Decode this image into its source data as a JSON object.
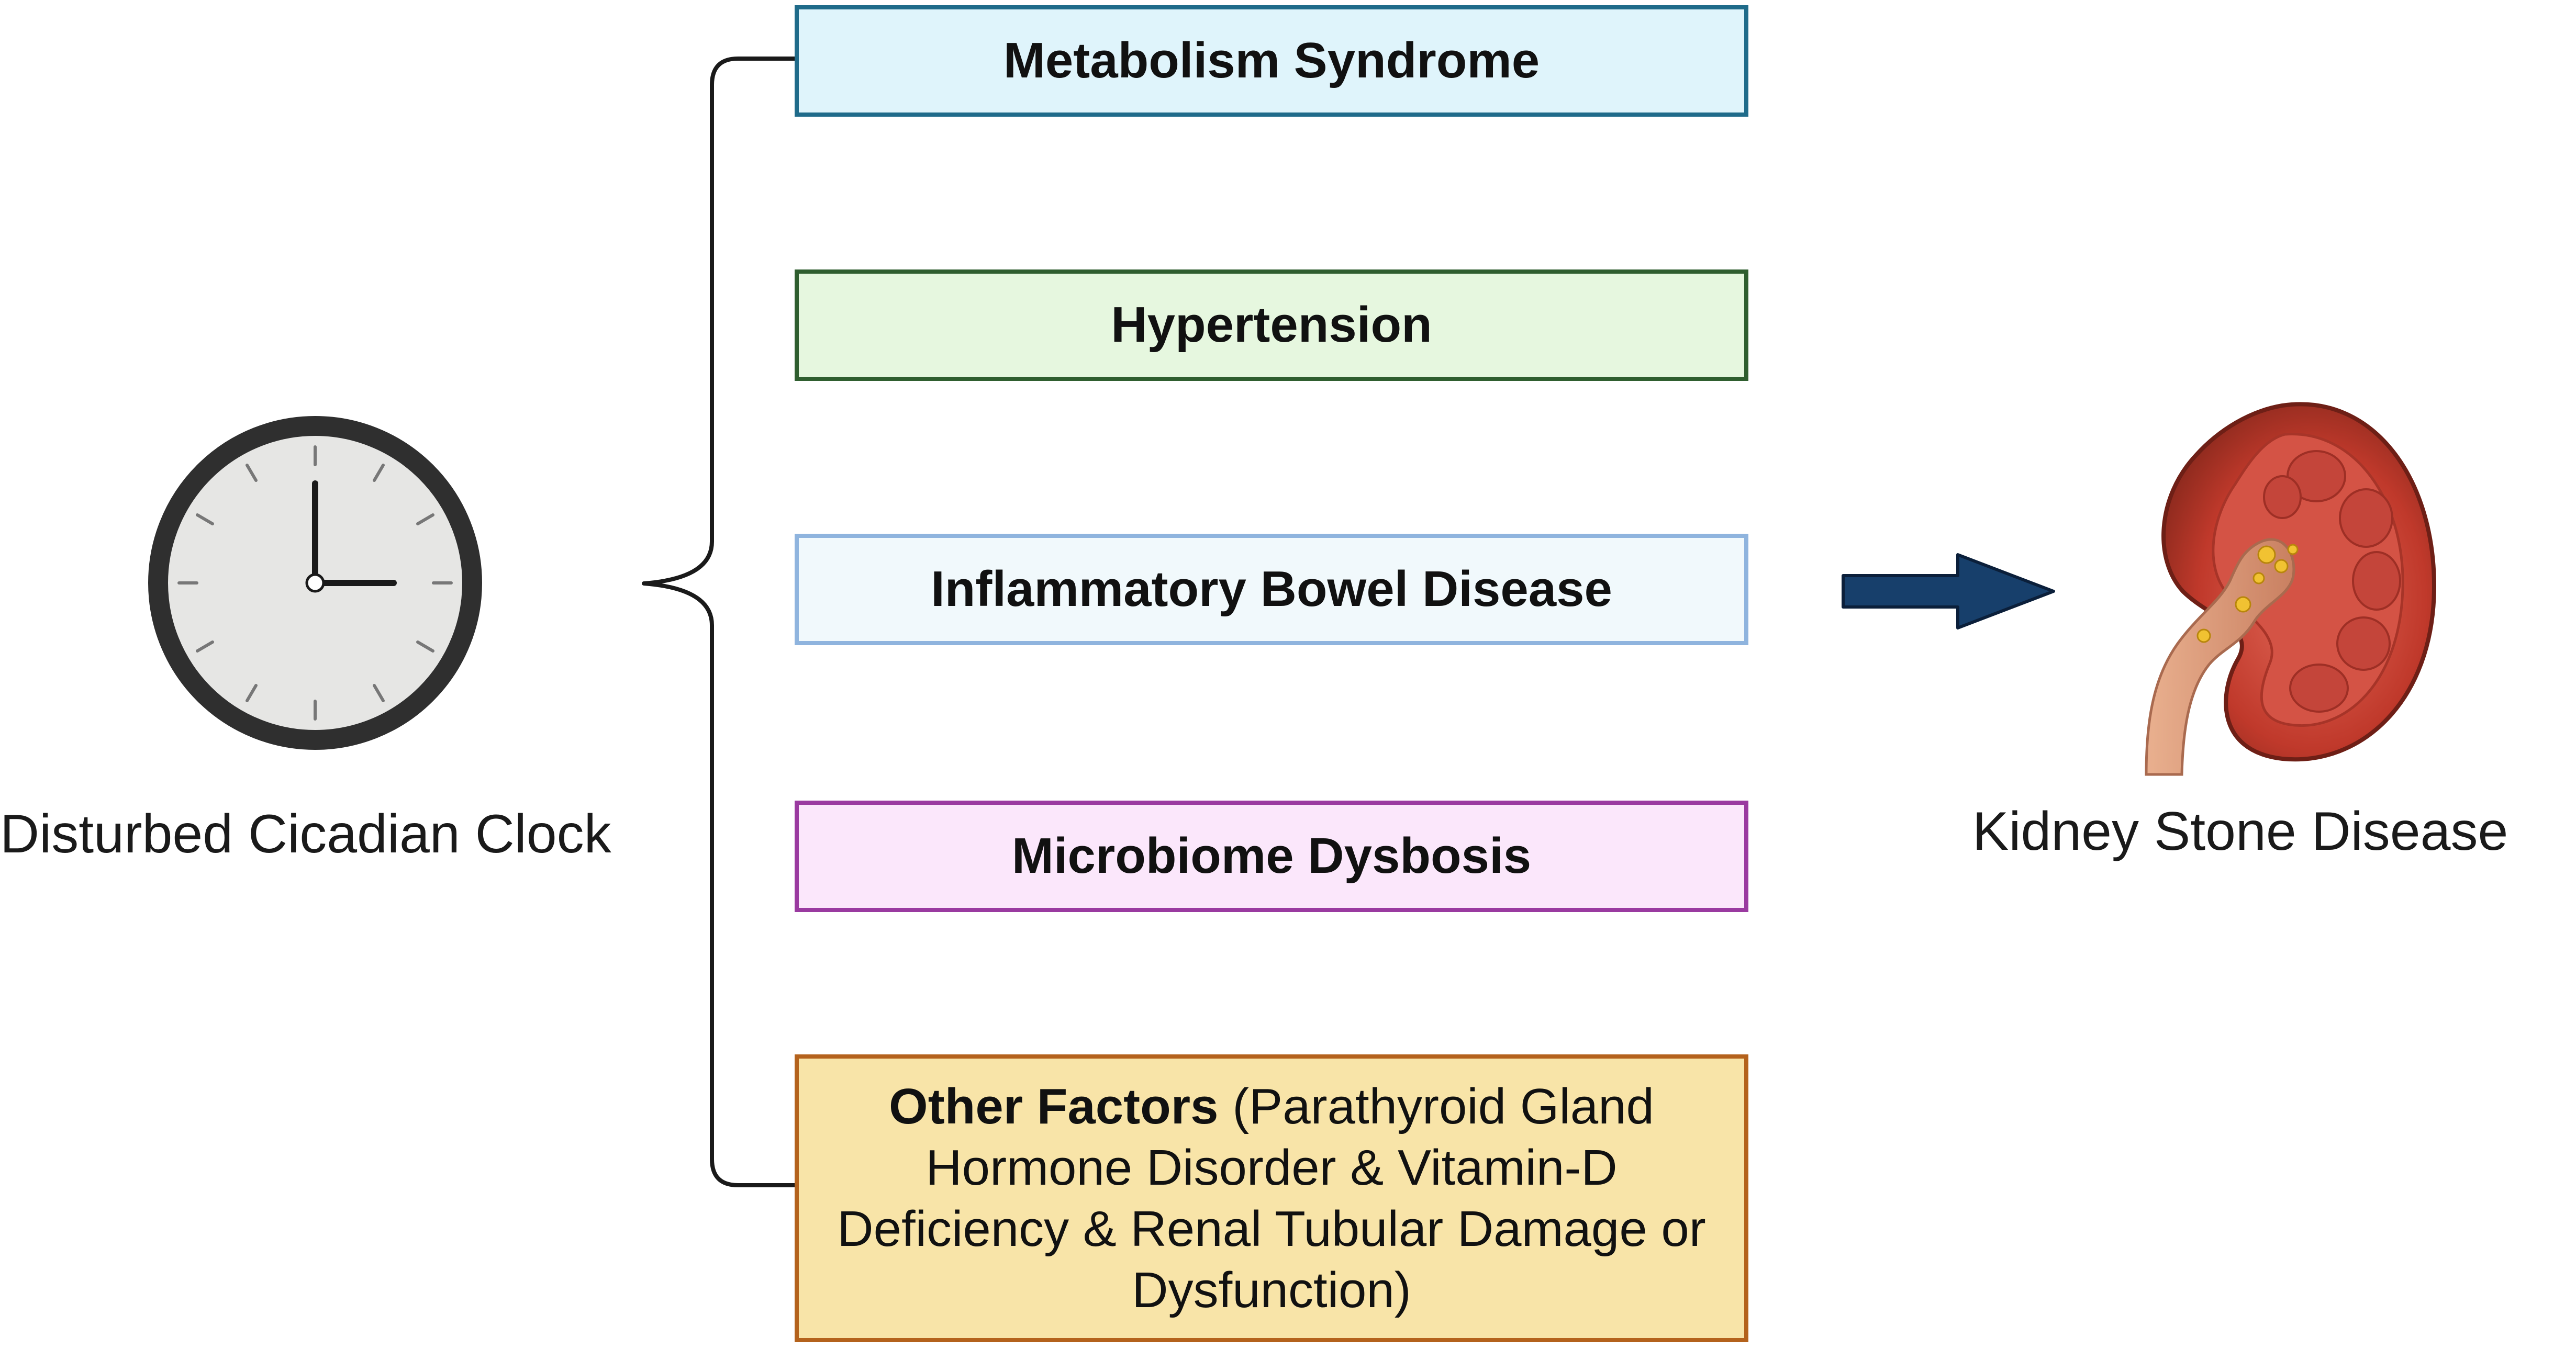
{
  "left": {
    "label": "Disturbed Cicadian Clock",
    "icon": "clock-icon"
  },
  "factors": [
    {
      "label": "Metabolism Syndrome",
      "border_color": "#1f6b8a",
      "fill_color": "#dff4fb"
    },
    {
      "label": "Hypertension",
      "border_color": "#2f5e2f",
      "fill_color": "#e6f7df"
    },
    {
      "label": "Inflammatory Bowel Disease",
      "border_color": "#8fb4de",
      "fill_color": "#f1f9fc"
    },
    {
      "label": "Microbiome Dysbosis",
      "border_color": "#9a3aa0",
      "fill_color": "#fbe7fb"
    }
  ],
  "other_factors": {
    "bold": "Other Factors",
    "rest": " (Parathyroid Gland Hormone Disorder & Vitamin-D Deficiency & Renal Tubular Damage or Dysfunction)",
    "border_color": "#b4621c",
    "fill_color": "#f8e4a8"
  },
  "arrow_color": "#173f6b",
  "right": {
    "label": "Kidney Stone Disease",
    "icon": "kidney-icon"
  }
}
